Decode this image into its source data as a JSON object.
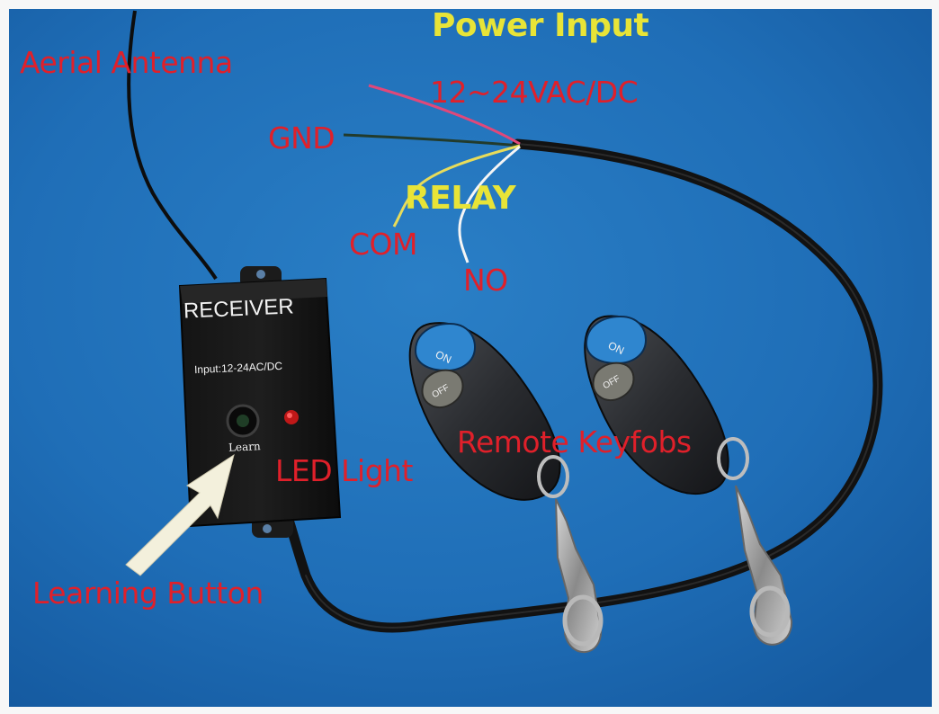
{
  "labels": {
    "aerial_antenna": "Aerial Antenna",
    "power_input": "Power Input",
    "voltage": "12~24VAC/DC",
    "gnd": "GND",
    "relay": "RELAY",
    "com": "COM",
    "no": "NO",
    "led_light": "LED Light",
    "remote_keyfobs": "Remote Keyfobs",
    "learning_button": "Learning Button"
  },
  "receiver": {
    "title": "RECEIVER",
    "input": "Input:12-24AC/DC",
    "learn": "Learn"
  },
  "keyfob": {
    "on": "ON",
    "off": "OFF"
  },
  "colors": {
    "background_blue": "#1f6eb7",
    "label_red": "#e0202a",
    "label_yellow": "#e8e437"
  }
}
